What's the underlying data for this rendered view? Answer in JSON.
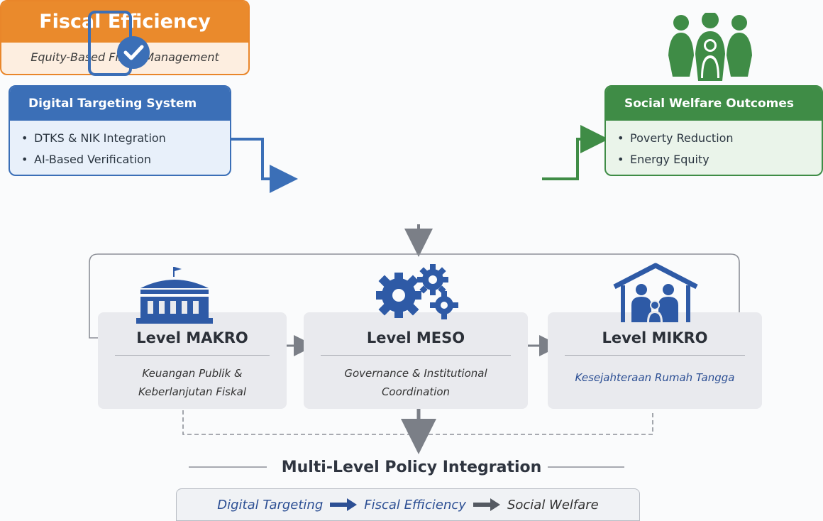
{
  "digital_targeting": {
    "title": "Digital Targeting System",
    "items": [
      "DTKS & NIK Integration",
      "AI-Based Verification"
    ],
    "icon": "mobile-check-icon",
    "color": "#3b6fb7"
  },
  "fiscal_efficiency": {
    "title": "Fiscal Efficiency",
    "subtitle": "Equity-Based Fiscal Management",
    "color": "#ea8a2c"
  },
  "social_welfare": {
    "title": "Social Welfare Outcomes",
    "items": [
      "Poverty Reduction",
      "Energy Equity"
    ],
    "icon": "family-group-icon",
    "color": "#3f8c46"
  },
  "levels": [
    {
      "title": "Level MAKRO",
      "desc_line1": "Keuangan Publik &",
      "desc_line2": "Keberlanjutan Fiskal",
      "icon": "government-building-icon"
    },
    {
      "title": "Level MESO",
      "desc_line1": "Governance & Institutional",
      "desc_line2": "Coordination",
      "icon": "gears-icon"
    },
    {
      "title": "Level MIKRO",
      "desc_line1": "Kesejahteraan Rumah Tangga",
      "desc_line2": "",
      "icon": "house-family-icon"
    }
  ],
  "integration": {
    "title": "Multi-Level Policy Integration",
    "flow": [
      "Digital Targeting",
      "Fiscal Efficiency",
      "Social Welfare"
    ]
  }
}
